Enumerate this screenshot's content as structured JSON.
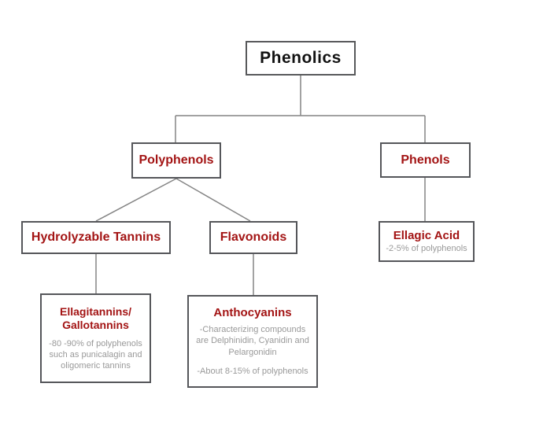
{
  "diagram": {
    "type": "hierarchy-flowchart",
    "topic": "Phenolics classification"
  },
  "nodes": {
    "phenolics": {
      "title": "Phenolics"
    },
    "polyphenols": {
      "title": "Polyphenols"
    },
    "phenols": {
      "title": "Phenols"
    },
    "hydrolyzable_tannins": {
      "title": "Hydrolyzable Tannins"
    },
    "flavonoids": {
      "title": "Flavonoids"
    },
    "ellagic_acid": {
      "title": "Ellagic Acid",
      "description": "-2-5% of polyphenols"
    },
    "ellagitannins_gallotannins": {
      "title_line1": "Ellagitannins/",
      "title_line2": "Gallotannins",
      "description": "-80 -90% of polyphenols such as punicalagin and oligomeric tannins"
    },
    "anthocyanins": {
      "title": "Anthocyanins",
      "description_1": "-Characterizing compounds are Delphinidin, Cyanidin and Pelargonidin",
      "description_2": "-About 8-15% of polyphenols"
    }
  },
  "edges": [
    {
      "from": "phenolics",
      "to": "polyphenols"
    },
    {
      "from": "phenolics",
      "to": "phenols"
    },
    {
      "from": "polyphenols",
      "to": "hydrolyzable_tannins"
    },
    {
      "from": "polyphenols",
      "to": "flavonoids"
    },
    {
      "from": "phenols",
      "to": "ellagic_acid"
    },
    {
      "from": "hydrolyzable_tannins",
      "to": "ellagitannins_gallotannins"
    },
    {
      "from": "flavonoids",
      "to": "anthocyanins"
    }
  ],
  "colors": {
    "heading_red": "#a31414",
    "body_gray": "#999999",
    "line_gray": "#848484",
    "border_gray": "#55565a",
    "title_black": "#121212",
    "background": "#ffffff"
  }
}
